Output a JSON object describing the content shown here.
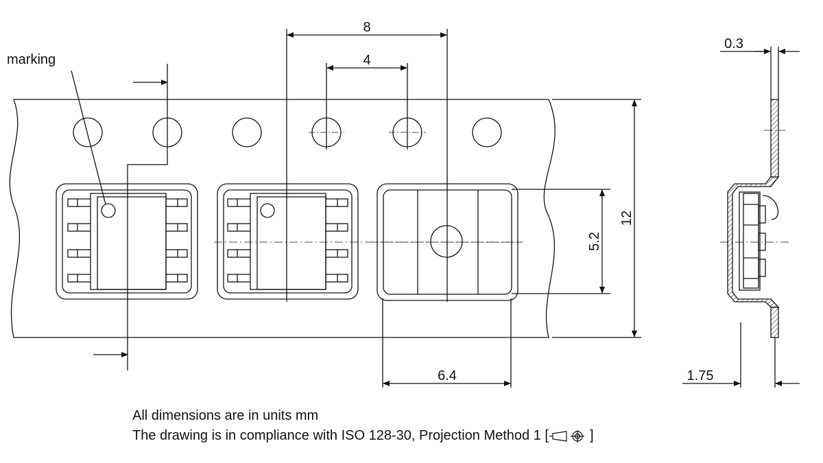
{
  "labels": {
    "marking": "marking",
    "dim_pitch_8": "8",
    "dim_hole_pitch_4": "4",
    "dim_pocket_5_2": "5.2",
    "dim_tape_width_12": "12",
    "dim_pocket_6_4": "6.4",
    "dim_thickness_0_3": "0.3",
    "dim_hole_offset_1_75": "1.75"
  },
  "notes": {
    "units": "All dimensions are in units mm",
    "projection_prefix": "The drawing is in compliance with ISO 128-30, Projection Method 1 [",
    "projection_suffix": "]"
  },
  "icons": {
    "projection_symbol": "first-angle-projection-icon"
  },
  "colors": {
    "line": "#111111",
    "background": "#ffffff"
  }
}
